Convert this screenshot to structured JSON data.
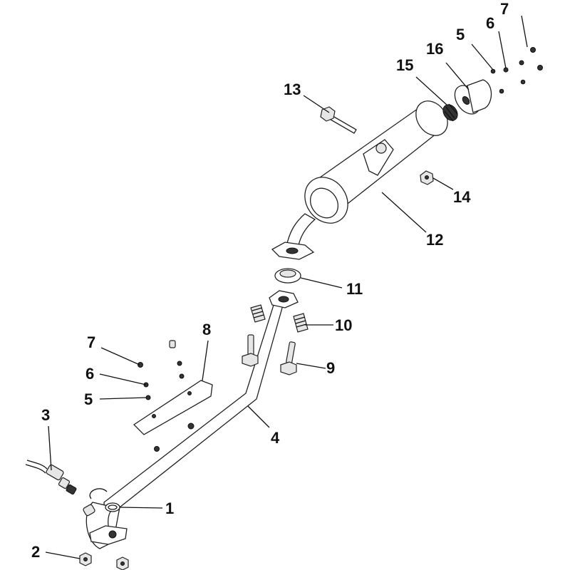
{
  "callouts": [
    {
      "id": "c1",
      "text": "1"
    },
    {
      "id": "c2",
      "text": "2"
    },
    {
      "id": "c3",
      "text": "3"
    },
    {
      "id": "c4",
      "text": "4"
    },
    {
      "id": "c5a",
      "text": "5"
    },
    {
      "id": "c5b",
      "text": "5"
    },
    {
      "id": "c6a",
      "text": "6"
    },
    {
      "id": "c6b",
      "text": "6"
    },
    {
      "id": "c7a",
      "text": "7"
    },
    {
      "id": "c7b",
      "text": "7"
    },
    {
      "id": "c8",
      "text": "8"
    },
    {
      "id": "c9",
      "text": "9"
    },
    {
      "id": "c10",
      "text": "10"
    },
    {
      "id": "c11",
      "text": "11"
    },
    {
      "id": "c12",
      "text": "12"
    },
    {
      "id": "c13",
      "text": "13"
    },
    {
      "id": "c14",
      "text": "14"
    },
    {
      "id": "c15",
      "text": "15"
    },
    {
      "id": "c16",
      "text": "16"
    }
  ]
}
